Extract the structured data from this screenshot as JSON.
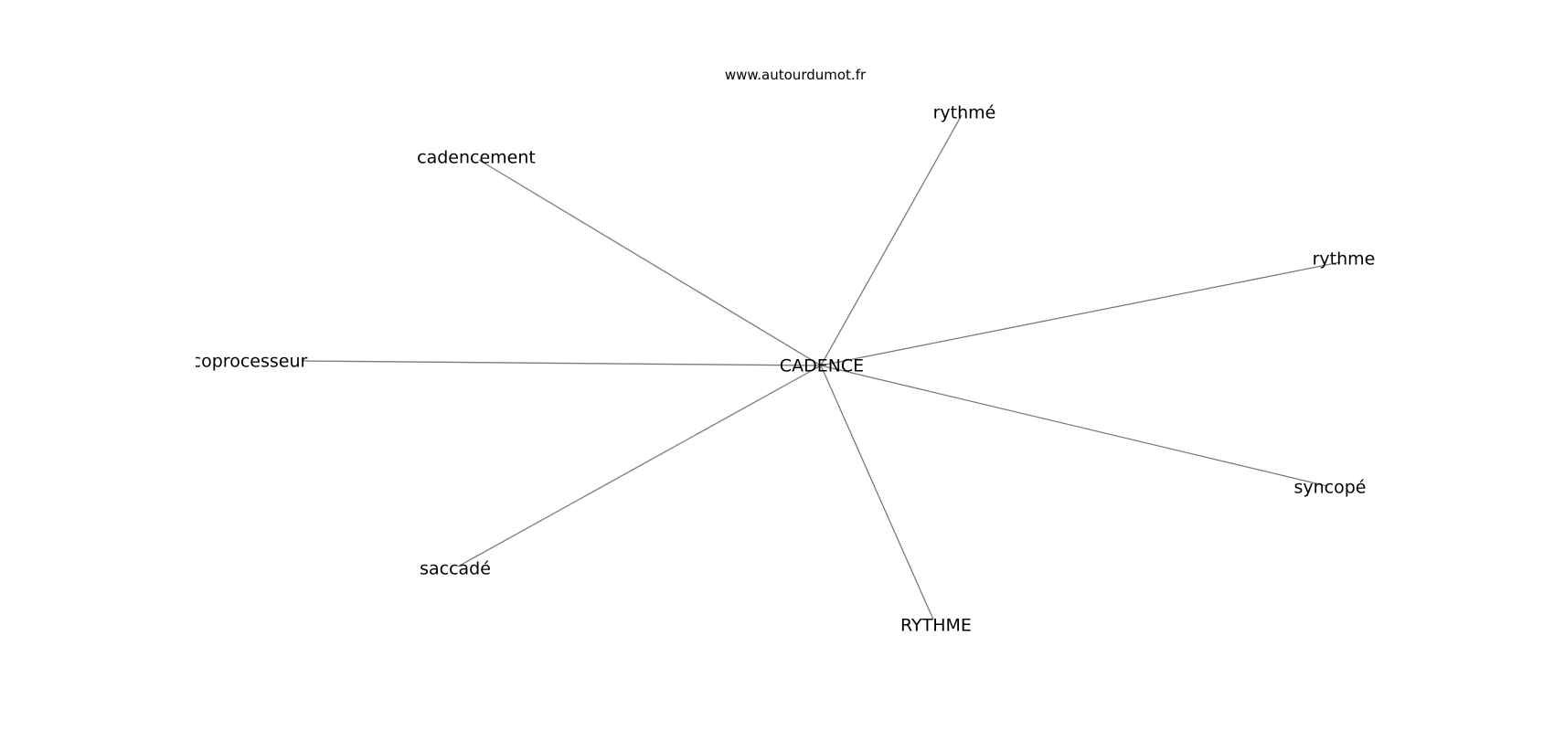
{
  "watermark": "www.autourdumot.fr",
  "graph": {
    "center": "CADENCE",
    "neighbors": [
      "rythmé",
      "cadencement",
      "rythme",
      "coprocesseur",
      "syncopé",
      "saccadé",
      "RYTHME"
    ]
  },
  "colors": {
    "edge": "#7a7a7a",
    "text": "#000000",
    "background": "#ffffff"
  }
}
